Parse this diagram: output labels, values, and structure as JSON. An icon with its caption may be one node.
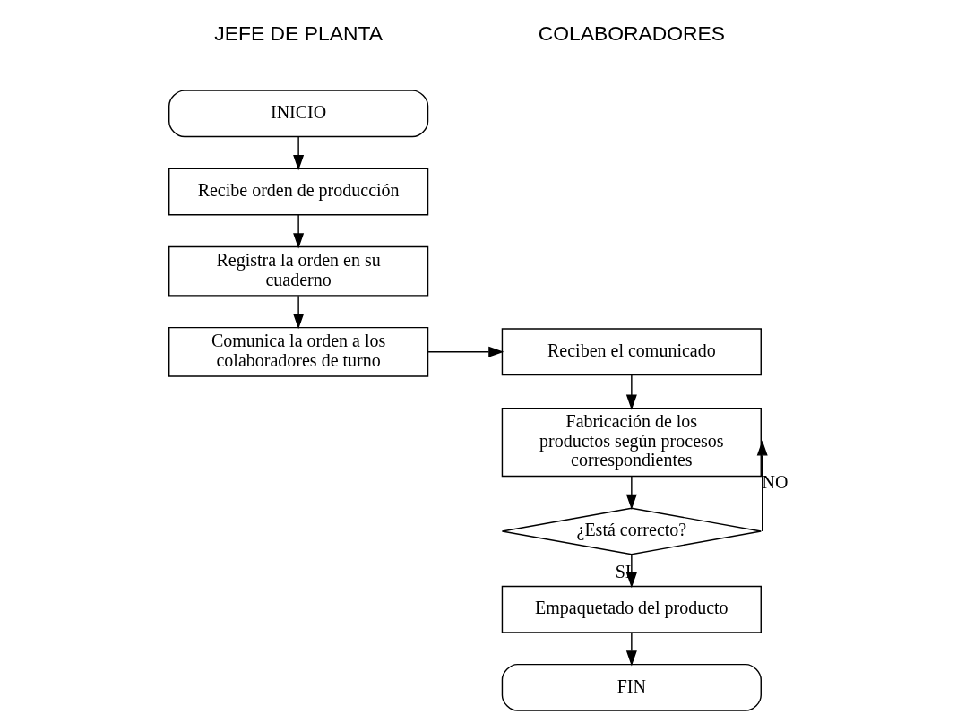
{
  "diagram": {
    "nodes": [
      {
        "text": [
          "INICIO"
        ]
      },
      {
        "text": [
          "Recibe orden de producción"
        ]
      },
      {
        "text": [
          "Registra la orden en su cuaderno"
        ]
      },
      {
        "text": [
          "Comunica la orden a los colaboradores de turno"
        ]
      },
      {
        "text": [
          "Reciben el comunicado"
        ]
      },
      {
        "text": [
          "Fabricación de los productos según procesos correspondientes"
        ]
      },
      {
        "text": [
          "¿Está correcto?"
        ]
      },
      {
        "text": [
          "Empaquetado del producto"
        ]
      },
      {
        "text": [
          "FIN"
        ]
      }
    ],
    "edges": [
      {
        "from": 0,
        "to": 1,
        "arrow": "to"
      },
      {
        "from": 1,
        "to": 2,
        "arrow": "to"
      },
      {
        "from": 2,
        "to": 3,
        "arrow": "to"
      },
      {
        "from": 3,
        "to": 4,
        "arrow": "to"
      },
      {
        "from": 4,
        "to": 5,
        "arrow": "to"
      },
      {
        "from": 5,
        "to": 6,
        "arrow": "to"
      },
      {
        "from": 6,
        "to": 5,
        "label": "NO",
        "arrow": "to"
      },
      {
        "from": 6,
        "to": 7,
        "label": "SI",
        "arrow": "to"
      },
      {
        "from": 7,
        "to": 8,
        "arrow": "to"
      }
    ],
    "labels": [
      "JEFE DE PLANTA",
      "COLABORADORES"
    ]
  }
}
